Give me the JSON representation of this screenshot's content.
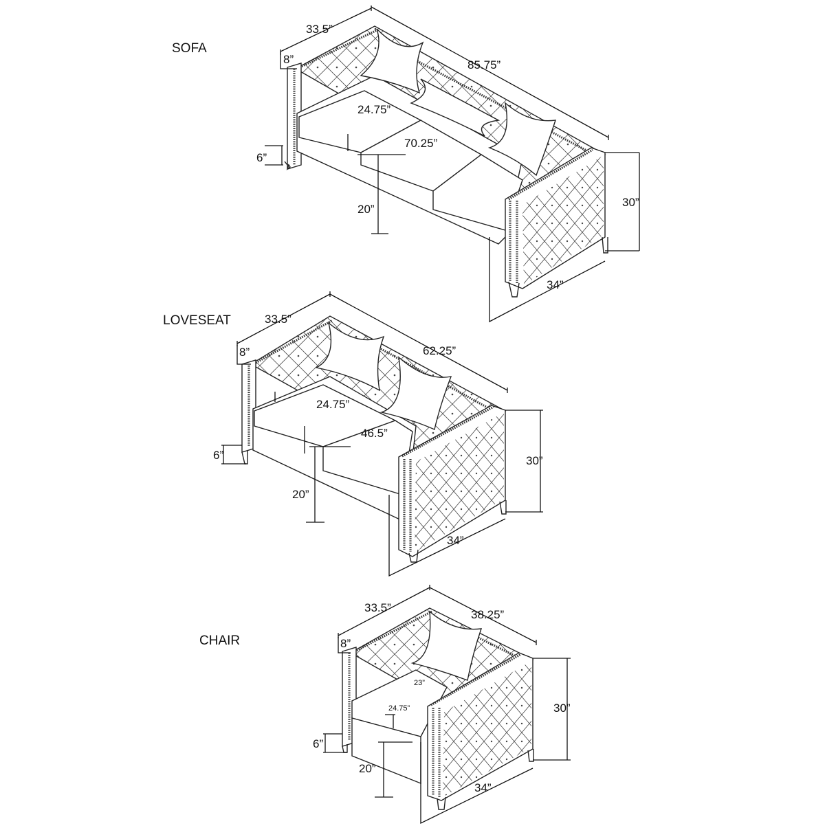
{
  "colors": {
    "background": "#ffffff",
    "line": "#222222",
    "text": "#111111"
  },
  "sofa": {
    "title": "SOFA",
    "dims": {
      "back_depth_top": "33.5”",
      "length": "85.75”",
      "arm_width": "8”",
      "seat_depth": "24.75”",
      "seat_width": "70.25”",
      "leg": "6”",
      "seat_height": "20”",
      "height": "30”",
      "depth": "34”"
    }
  },
  "loveseat": {
    "title": "LOVESEAT",
    "dims": {
      "back_depth_top": "33.5”",
      "length": "62.25”",
      "arm_width": "8”",
      "seat_depth": "24.75”",
      "seat_width": "46.5”",
      "leg": "6”",
      "seat_height": "20”",
      "height": "30”",
      "depth": "34”"
    }
  },
  "chair": {
    "title": "CHAIR",
    "dims": {
      "back_depth_top": "33.5”",
      "length": "38.25”",
      "arm_width": "8”",
      "seat_width": "23”",
      "seat_depth": "24.75”",
      "leg": "6”",
      "seat_height": "20”",
      "height": "30”",
      "depth": "34”"
    }
  }
}
